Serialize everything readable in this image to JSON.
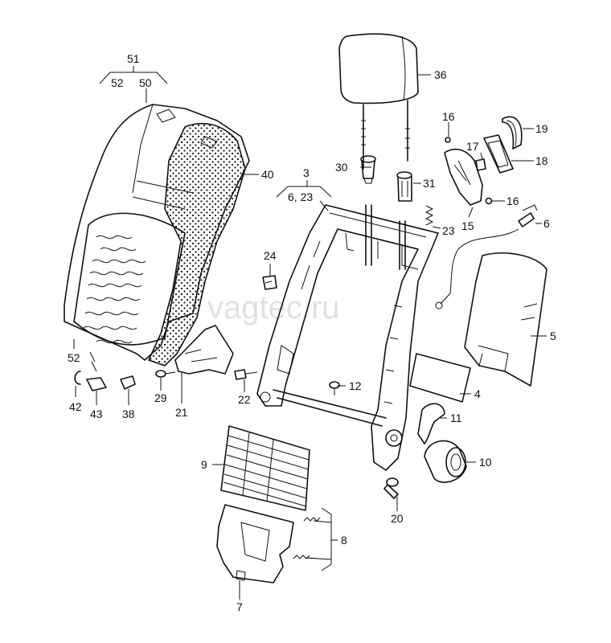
{
  "watermark": "vagtec.ru",
  "labels": {
    "l51": "51",
    "l52_top": "52",
    "l50": "50",
    "l3": "3",
    "l6_23": "6, 23",
    "l36": "36",
    "l16a": "16",
    "l19": "19",
    "l17": "17",
    "l18": "18",
    "l30": "30",
    "l31": "31",
    "l40": "40",
    "l16b": "16",
    "l6": "6",
    "l15": "15",
    "l23": "23",
    "l24": "24",
    "l5": "5",
    "l52": "52",
    "l12": "12",
    "l42": "42",
    "l43": "43",
    "l38": "38",
    "l29": "29",
    "l21": "21",
    "l22": "22",
    "l4": "4",
    "l11": "11",
    "l9": "9",
    "l10": "10",
    "l20": "20",
    "l8": "8",
    "l7": "7"
  }
}
